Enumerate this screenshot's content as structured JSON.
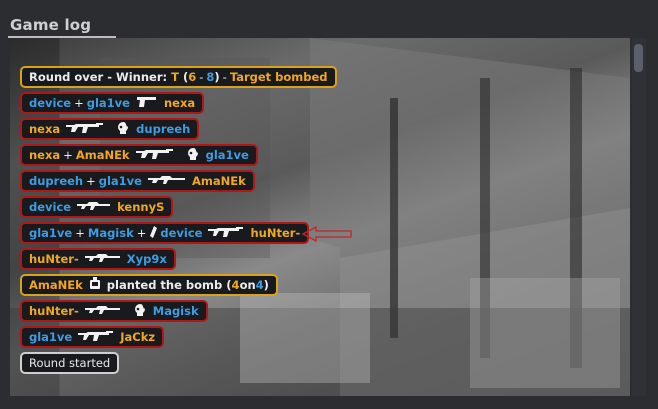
{
  "panel": {
    "title": "Game log"
  },
  "colors": {
    "t_side": "#f3a71f",
    "ct_side": "#3e9de0",
    "kill_border": "#b01818",
    "event_border": "#d9a21b",
    "neutral_border": "#cfcfcf"
  },
  "log": {
    "round_over": {
      "prefix": "Round over - Winner:",
      "winner": "T",
      "open": "(",
      "score_t": "6",
      "dash": "-",
      "score_ct": "8",
      "close": ")",
      "sep": "-",
      "reason": "Target bombed"
    },
    "kills": [
      {
        "killer": "device",
        "plus": "+",
        "assist": "gla1ve",
        "weapon_icon": "pistol-icon",
        "victim": "nexa"
      },
      {
        "killer": "nexa",
        "weapon_icon": "rifle-icon",
        "headshot_icon": "headshot-icon",
        "victim": "dupreeh"
      },
      {
        "killer": "nexa",
        "plus": "+",
        "assist": "AmaNEk",
        "weapon_icon": "rifle-icon",
        "headshot_icon": "headshot-icon",
        "victim": "gla1ve"
      },
      {
        "killer": "dupreeh",
        "plus": "+",
        "assist": "gla1ve",
        "weapon_icon": "sniper-icon",
        "victim": "AmaNEk"
      },
      {
        "killer": "device",
        "weapon_icon": "sniper-icon",
        "victim": "kennyS"
      },
      {
        "killer": "gla1ve",
        "plus": "+",
        "assist": "Magisk",
        "plus2": "+",
        "flash_icon": "flashbang-icon",
        "flash_by": "device",
        "weapon_icon": "rifle-icon",
        "victim": "huNter-"
      },
      {
        "killer": "huNter-",
        "weapon_icon": "sniper-icon",
        "victim": "Xyp9x"
      }
    ],
    "bomb_plant": {
      "player": "AmaNEk",
      "icon": "bomb-icon",
      "text": "planted the bomb",
      "open": "(",
      "t_count": "4",
      "on": "on",
      "ct_count": "4",
      "close": ")"
    },
    "kills2": [
      {
        "killer": "huNter-",
        "weapon_icon": "sniper-icon",
        "headshot_icon": "headshot-icon",
        "victim": "Magisk"
      },
      {
        "killer": "gla1ve",
        "weapon_icon": "rifle-icon",
        "victim": "JaCkz"
      }
    ],
    "round_started": "Round started"
  }
}
